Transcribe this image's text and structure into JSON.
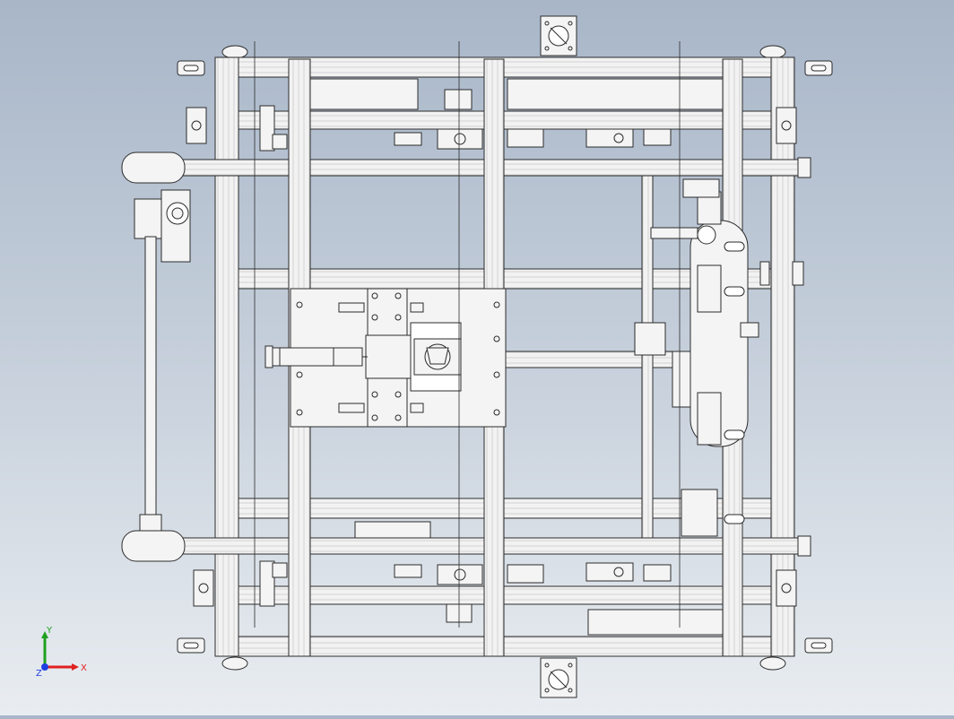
{
  "viewport": {
    "background_top": "#a8b6c8",
    "background_bottom": "#e9edf1",
    "line_color": "#2b2b2b",
    "part_fill": "#f4f4f4"
  },
  "triad": {
    "x_label": "X",
    "y_label": "Y",
    "z_label": "Z",
    "x_color": "#e02020",
    "y_color": "#20a020",
    "z_color": "#2040e0"
  }
}
